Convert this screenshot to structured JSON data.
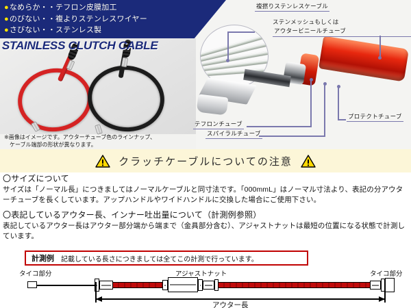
{
  "header": {
    "bullets": [
      "なめらか・・テフロン皮膜加工",
      "のびない・・複よりステンレスワイヤー",
      "さびない・・ステンレス製"
    ],
    "wordmark": "STAINLESS CLUTCH CABLE",
    "bullet_color": "#ffe400",
    "band_color": "#1b2a7a"
  },
  "diagram": {
    "callouts": [
      {
        "id": "multi-strand-cable",
        "text": "複撚りステンレスケーブル"
      },
      {
        "id": "mesh-or-vinyl-tube",
        "line1": "ステンメッシュもしくは",
        "line2": "アウタービニールチューブ"
      },
      {
        "id": "teflon-tube",
        "text": "テフロンチューブ"
      },
      {
        "id": "spiral-tube",
        "text": "スパイラルチューブ"
      },
      {
        "id": "protect-tube",
        "text": "プロテクトチューブ"
      }
    ],
    "leader_color": "#7a78ad"
  },
  "disclaimer": {
    "line1": "※画像はイメージです。アウターチューブ色のラインナップ、",
    "line2": "ケーブル端部の形状が異なります。"
  },
  "warning": {
    "title": "クラッチケーブルについての注意",
    "icon_left": "warning-triangle-icon",
    "icon_right": "warning-triangle-icon",
    "bg_color": "#fcf6d8"
  },
  "sections": [
    {
      "heading": "〇サイズについて",
      "body": "サイズは「ノーマル長」につきましてはノーマルケーブルと同寸法です。「000mmL」はノーマル寸法より、表記の分アウターチューブを長くしています。アップハンドルやワイドハンドルに交換した場合にご使用下さい。"
    },
    {
      "heading": "〇表記しているアウター長、インナー吐出量について（計測例参照）",
      "body": "表記しているアウター長はアウター部分端から端まで（金具部分含む）、アジャストナットは最短の位置になる状態で計測しています。"
    }
  ],
  "example_box": {
    "label": "計測例",
    "description": "記載している長さにつきましては全てこの計測で行っています。",
    "border_color": "#c00000"
  },
  "measure_diagram": {
    "label_left": "タイコ部分",
    "label_center": "アジャストナット",
    "label_right": "タイコ部分",
    "label_dimension": "アウター長",
    "cable_color": "#c00c0c"
  }
}
